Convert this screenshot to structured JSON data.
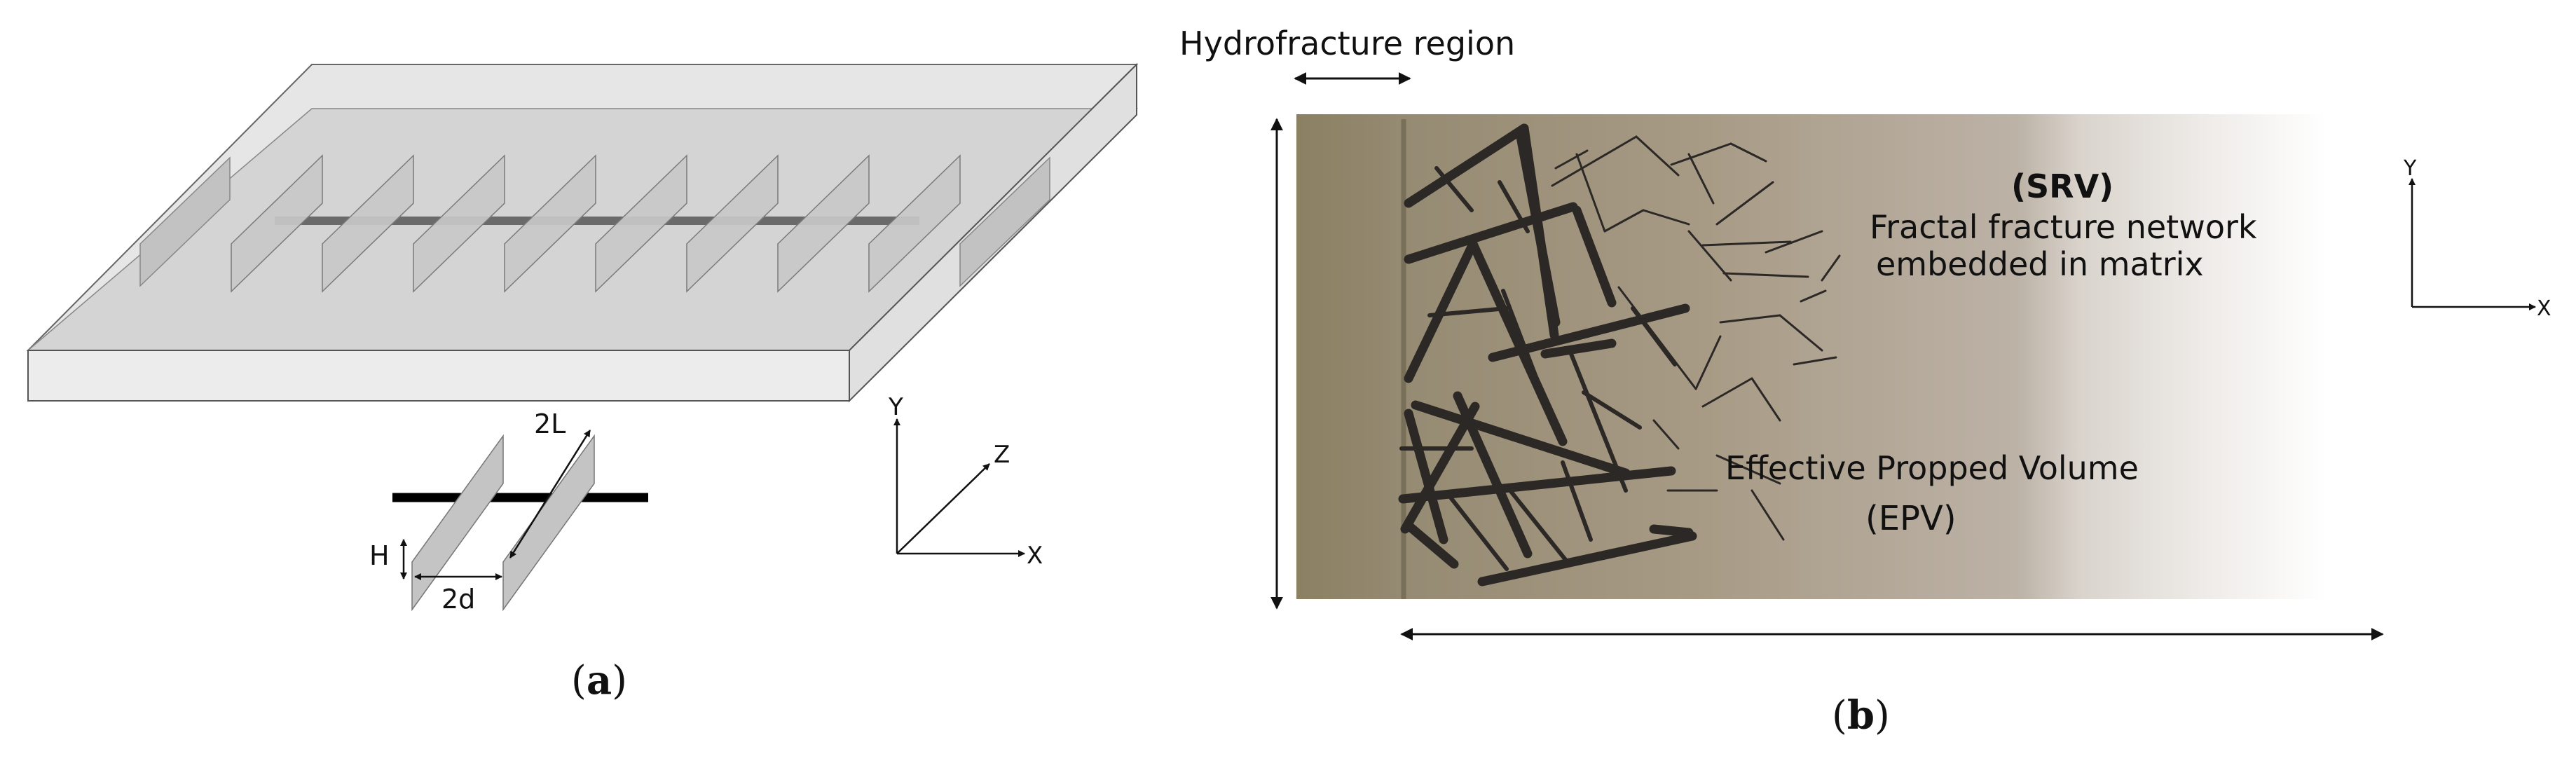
{
  "panel_a": {
    "caption_open": "(",
    "caption_letter": "a",
    "caption_close": ")",
    "label_2L": "2L",
    "label_H": "H",
    "label_2d": "2d",
    "axis_y": "Y",
    "axis_z": "Z",
    "axis_x": "X"
  },
  "panel_b": {
    "caption_open": "(",
    "caption_letter": "b",
    "caption_close": ")",
    "hydrofracture_region": "Hydrofracture region",
    "srv_title": "(SRV)",
    "srv_line1": "Fractal fracture network",
    "srv_line2": "embedded in matrix",
    "epv_line1": "Effective Propped Volume",
    "epv_line2": "(EPV)",
    "axis_y": "Y",
    "axis_x": "X"
  },
  "colors": {
    "slab_fill": "#e3e3e3",
    "slab_edge": "#555555",
    "fracture_plane": "#c8c8c8",
    "wellbore": "#666666",
    "matrix_dark": "#8d8468",
    "matrix_mid": "#b7ab9b",
    "fracture_network": "#2b2826"
  }
}
